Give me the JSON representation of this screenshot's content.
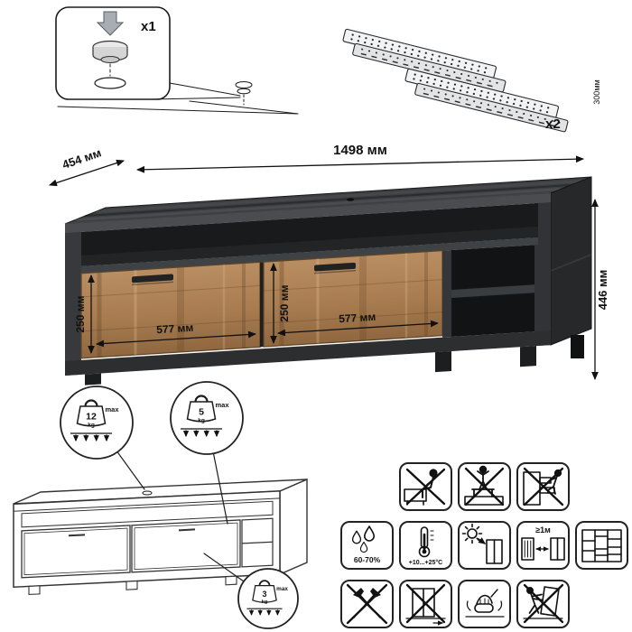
{
  "hardware": {
    "glide": {
      "qty": "x1"
    },
    "slides": {
      "qty": "x2",
      "length": "300мм"
    }
  },
  "dimensions": {
    "width": "1498 мм",
    "depth": "454 мм",
    "height": "446 мм",
    "drawer1_height": "250 мм",
    "drawer1_width": "577 мм",
    "drawer2_height": "250 мм",
    "drawer2_width": "577 мм"
  },
  "load_limits": {
    "top": {
      "value": "12",
      "unit": "kg",
      "note": "max"
    },
    "shelf": {
      "value": "5",
      "unit": "kg",
      "note": "max"
    },
    "drawer": {
      "value": "3",
      "unit": "kg",
      "note": "max"
    }
  },
  "care": {
    "humidity": "60-70%",
    "temperature": "+10...+25°C",
    "min_heater_distance": "≥1м"
  },
  "care_icons": {
    "row1": [
      "no-sitting",
      "no-standing-on-stool",
      "no-climbing-on-drawers"
    ],
    "row2": [
      "humidity-range",
      "temperature-range",
      "no-direct-sunlight",
      "keep-distance-from-heaters",
      "panel-parts-layout"
    ],
    "row3": [
      "no-axe-or-sharp-tools",
      "no-dragging",
      "damp-cloth-cleaning",
      "no-pushing-tilting"
    ]
  },
  "colors": {
    "line": "#1c1c1c",
    "dark_wood": "#37393c",
    "dark_wood_light": "#4a4c4f",
    "light_wood": "#ab8158",
    "interior": "#17181a"
  }
}
